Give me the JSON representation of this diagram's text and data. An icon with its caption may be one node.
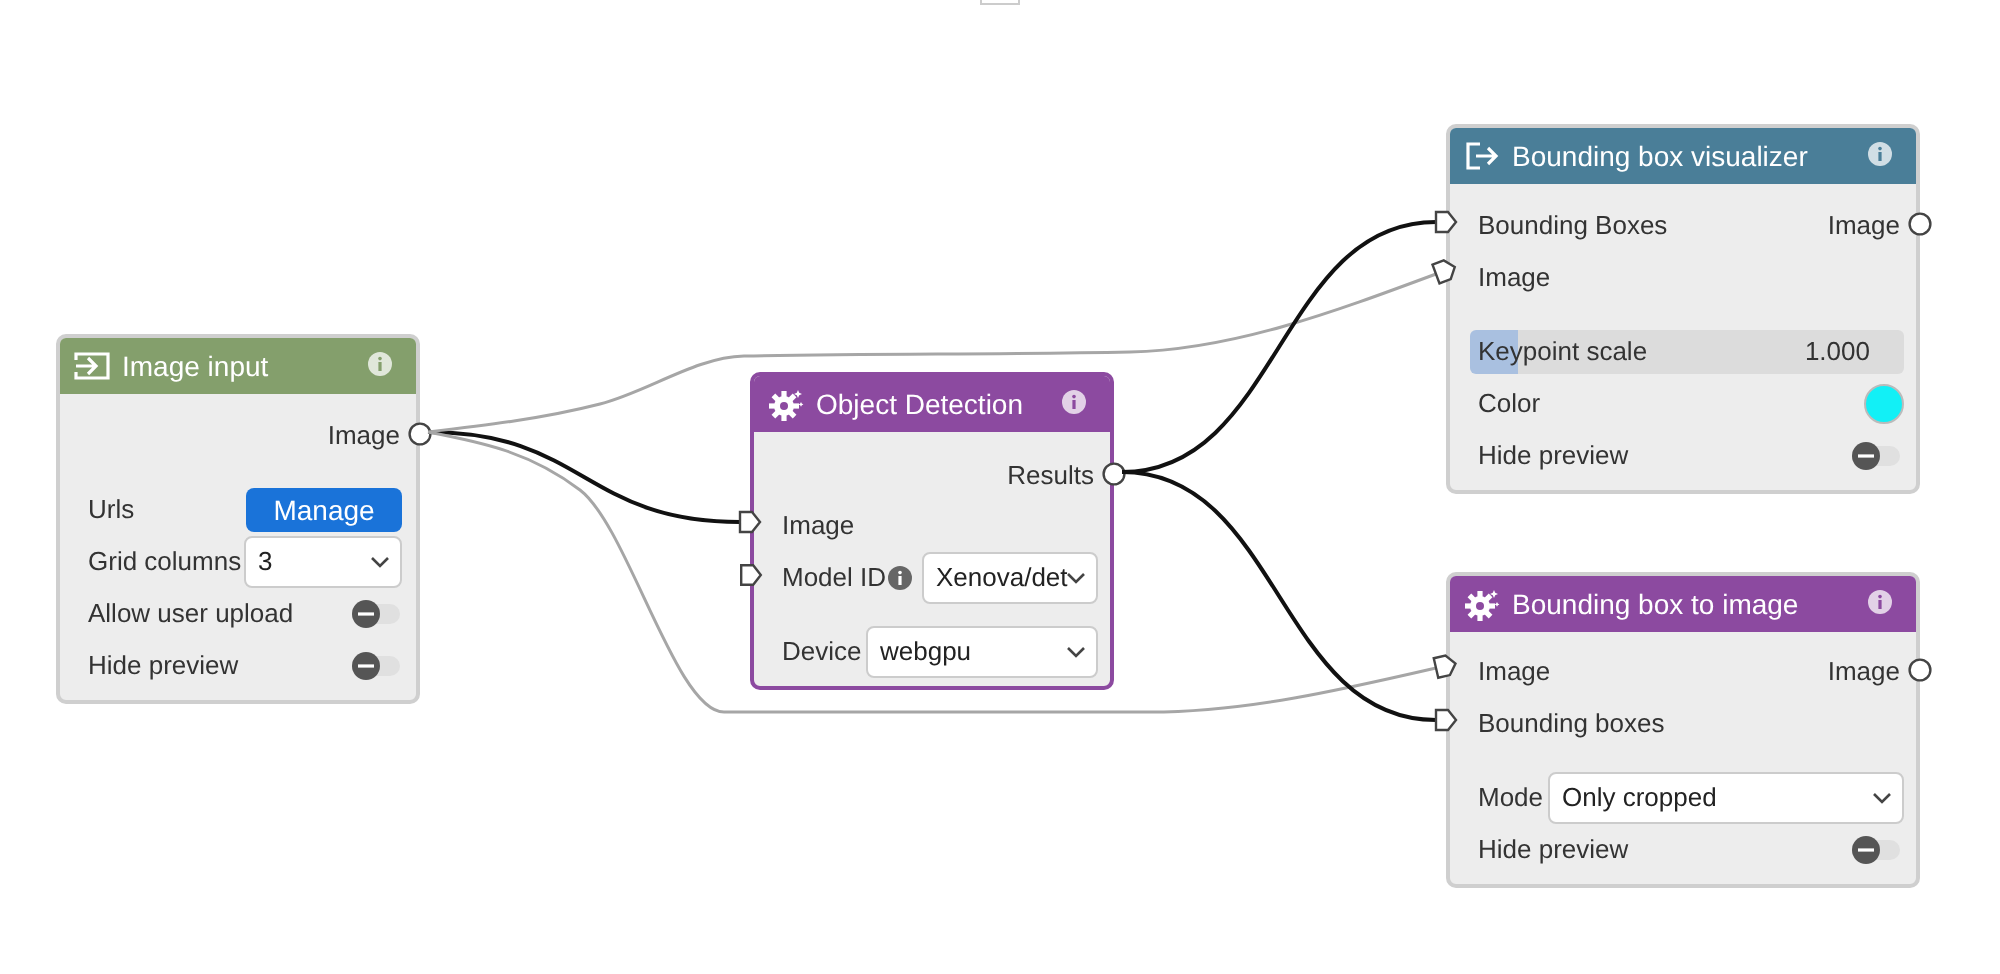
{
  "diagram": {
    "nodes": [
      {
        "text": [
          "Image input",
          "Image",
          "Urls",
          "Manage",
          "Grid columns",
          "3",
          "Allow user upload",
          "Hide preview"
        ]
      },
      {
        "text": [
          "Object Detection",
          "Results",
          "Image",
          "Model ID",
          "Xenova/det",
          "Device",
          "webgpu"
        ]
      },
      {
        "text": [
          "Bounding box visualizer",
          "Bounding Boxes",
          "Image",
          "Image",
          "Keypoint scale",
          "1.000",
          "Color",
          "Hide preview"
        ]
      },
      {
        "text": [
          "Bounding box to image",
          "Image",
          "Image",
          "Bounding boxes",
          "Mode",
          "Only cropped",
          "Hide preview"
        ]
      }
    ],
    "edges": [
      {
        "from": 0,
        "to": 1,
        "arrow": "to"
      },
      {
        "from": 0,
        "to": 2,
        "arrow": "to",
        "color": "#a6a6a6"
      },
      {
        "from": 0,
        "to": 3,
        "arrow": "to",
        "color": "#a6a6a6"
      },
      {
        "from": 1,
        "to": 2,
        "arrow": "to"
      },
      {
        "from": 1,
        "to": 3,
        "arrow": "to"
      }
    ]
  }
}
